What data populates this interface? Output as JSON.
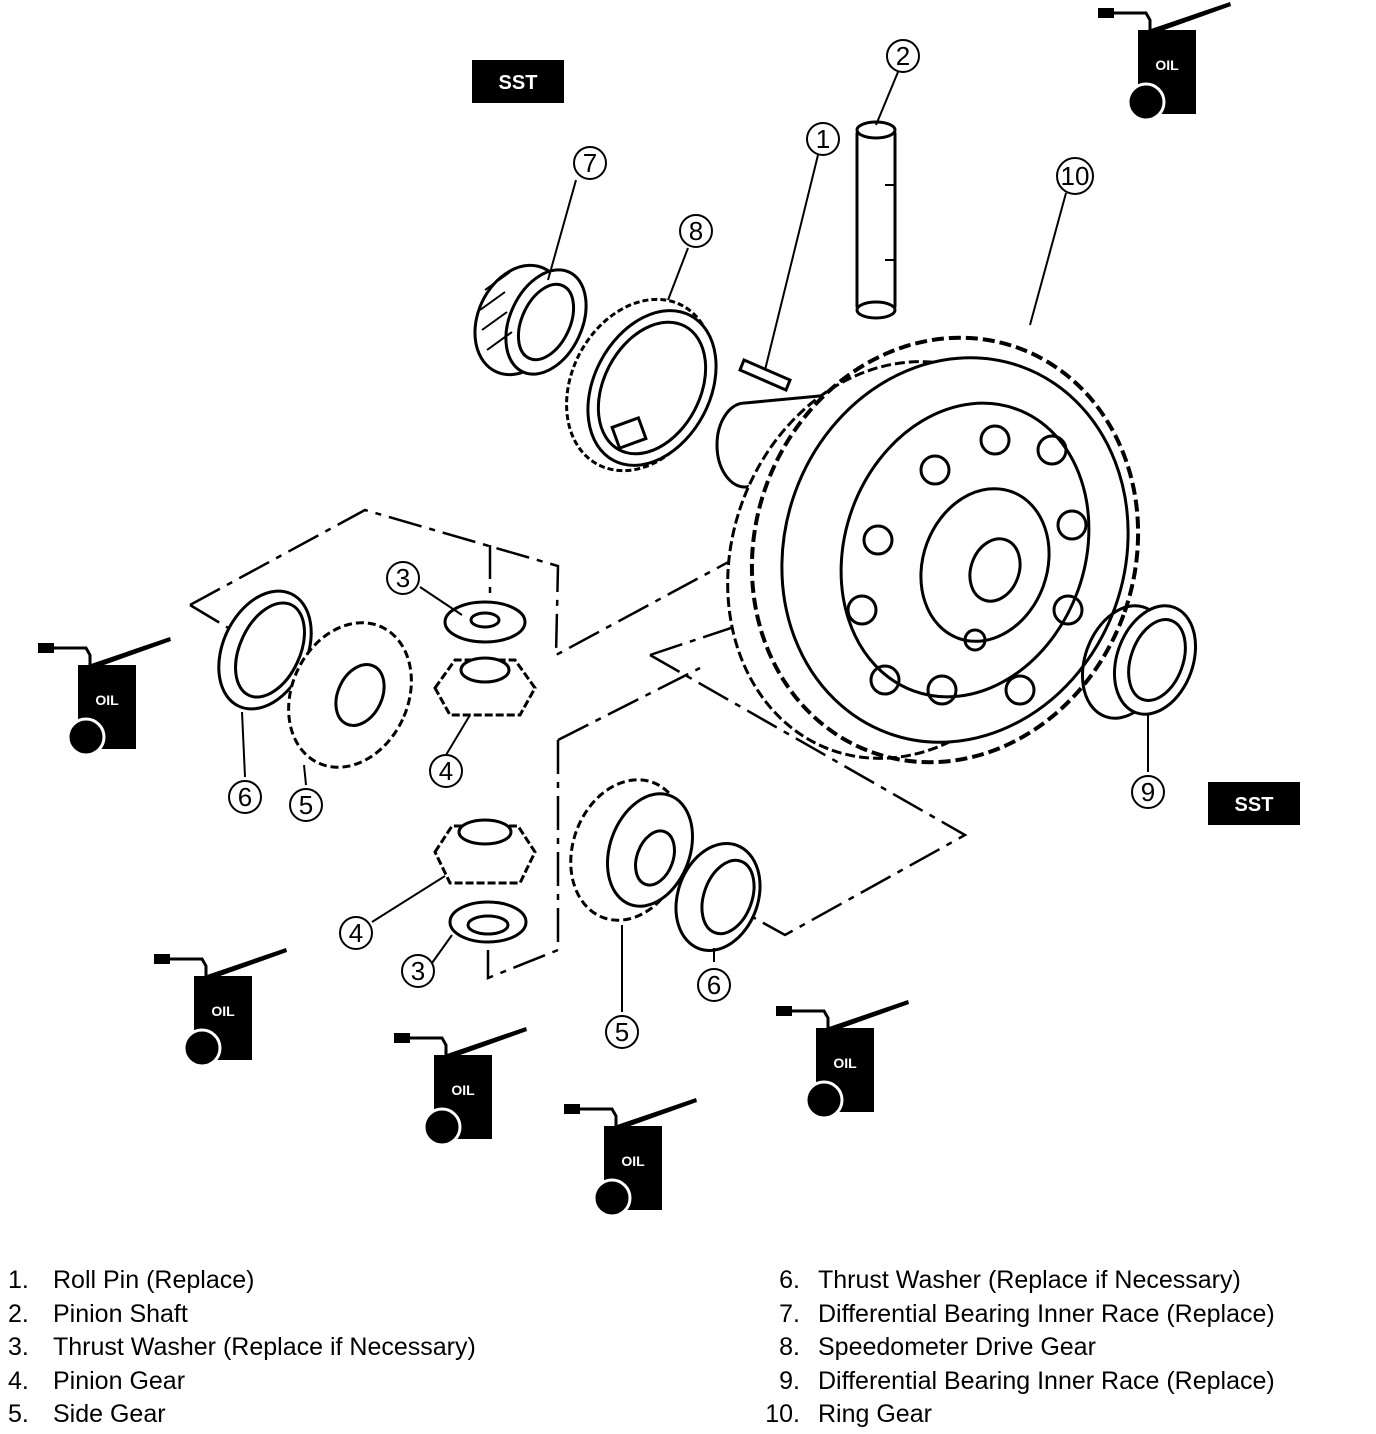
{
  "badges": {
    "sst_top": "SST",
    "sst_right": "SST"
  },
  "oil_label": "OIL",
  "callouts": {
    "c1": "1",
    "c2": "2",
    "c3a": "3",
    "c3b": "3",
    "c4a": "4",
    "c4b": "4",
    "c5a": "5",
    "c5b": "5",
    "c6a": "6",
    "c6b": "6",
    "c7": "7",
    "c8": "8",
    "c9": "9",
    "c10": "10"
  },
  "legend": {
    "left": [
      {
        "num": "1.",
        "label": "Roll Pin (Replace)"
      },
      {
        "num": "2.",
        "label": "Pinion Shaft"
      },
      {
        "num": "3.",
        "label": "Thrust Washer (Replace if Necessary)"
      },
      {
        "num": "4.",
        "label": "Pinion Gear"
      },
      {
        "num": "5.",
        "label": "Side Gear"
      }
    ],
    "right": [
      {
        "num": "6.",
        "label": "Thrust Washer (Replace if Necessary)"
      },
      {
        "num": "7.",
        "label": "Differential Bearing Inner Race (Replace)"
      },
      {
        "num": "8.",
        "label": "Speedometer Drive Gear"
      },
      {
        "num": "9.",
        "label": "Differential Bearing Inner Race (Replace)"
      },
      {
        "num": "10.",
        "label": "Ring Gear"
      }
    ]
  }
}
